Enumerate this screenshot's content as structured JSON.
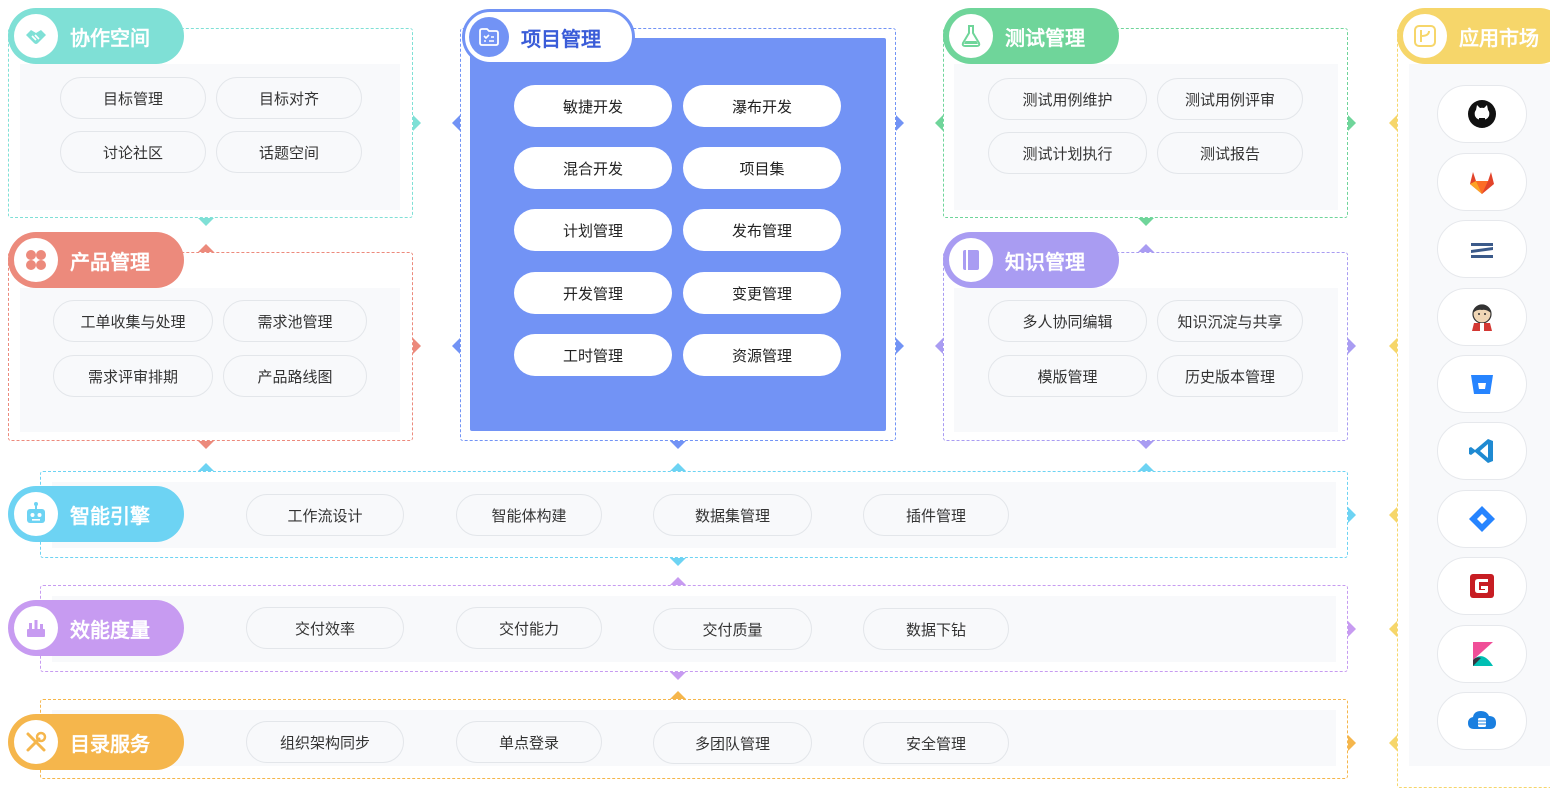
{
  "colors": {
    "collab": "#7fe0d6",
    "product": "#ec8a7c",
    "pm": "#7293f5",
    "test": "#6fd59a",
    "knowledge": "#a99cf2",
    "ai": "#6dd3f3",
    "metrics": "#c79bf1",
    "directory": "#f5b64c",
    "market": "#f6d66a"
  },
  "modules": {
    "collab": {
      "title": "协作空间",
      "icon": "handshake-icon",
      "items": [
        "目标管理",
        "目标对齐",
        "讨论社区",
        "话题空间"
      ]
    },
    "product": {
      "title": "产品管理",
      "icon": "clover-icon",
      "items": [
        "工单收集与处理",
        "需求池管理",
        "需求评审排期",
        "产品路线图"
      ]
    },
    "pm": {
      "title": "项目管理",
      "icon": "checklist-folder-icon",
      "items": [
        "敏捷开发",
        "瀑布开发",
        "混合开发",
        "项目集",
        "计划管理",
        "发布管理",
        "开发管理",
        "变更管理",
        "工时管理",
        "资源管理"
      ]
    },
    "test": {
      "title": "测试管理",
      "icon": "flask-icon",
      "items": [
        "测试用例维护",
        "测试用例评审",
        "测试计划执行",
        "测试报告"
      ]
    },
    "knowledge": {
      "title": "知识管理",
      "icon": "book-icon",
      "items": [
        "多人协同编辑",
        "知识沉淀与共享",
        "模版管理",
        "历史版本管理"
      ]
    },
    "ai": {
      "title": "智能引擎",
      "icon": "robot-icon",
      "items": [
        "工作流设计",
        "智能体构建",
        "数据集管理",
        "插件管理"
      ]
    },
    "metrics": {
      "title": "效能度量",
      "icon": "bar-chart-icon",
      "items": [
        "交付效率",
        "交付能力",
        "交付质量",
        "数据下钻"
      ]
    },
    "directory": {
      "title": "目录服务",
      "icon": "tools-icon",
      "items": [
        "组织架构同步",
        "单点登录",
        "多团队管理",
        "安全管理"
      ]
    },
    "market": {
      "title": "应用市场",
      "icon": "fork-icon",
      "apps": [
        "github-icon",
        "gitlab-icon",
        "stack-icon",
        "jenkins-icon",
        "bitbucket-icon",
        "vscode-icon",
        "jira-icon",
        "gitee-icon",
        "kibana-icon",
        "cloud-database-icon"
      ]
    }
  }
}
